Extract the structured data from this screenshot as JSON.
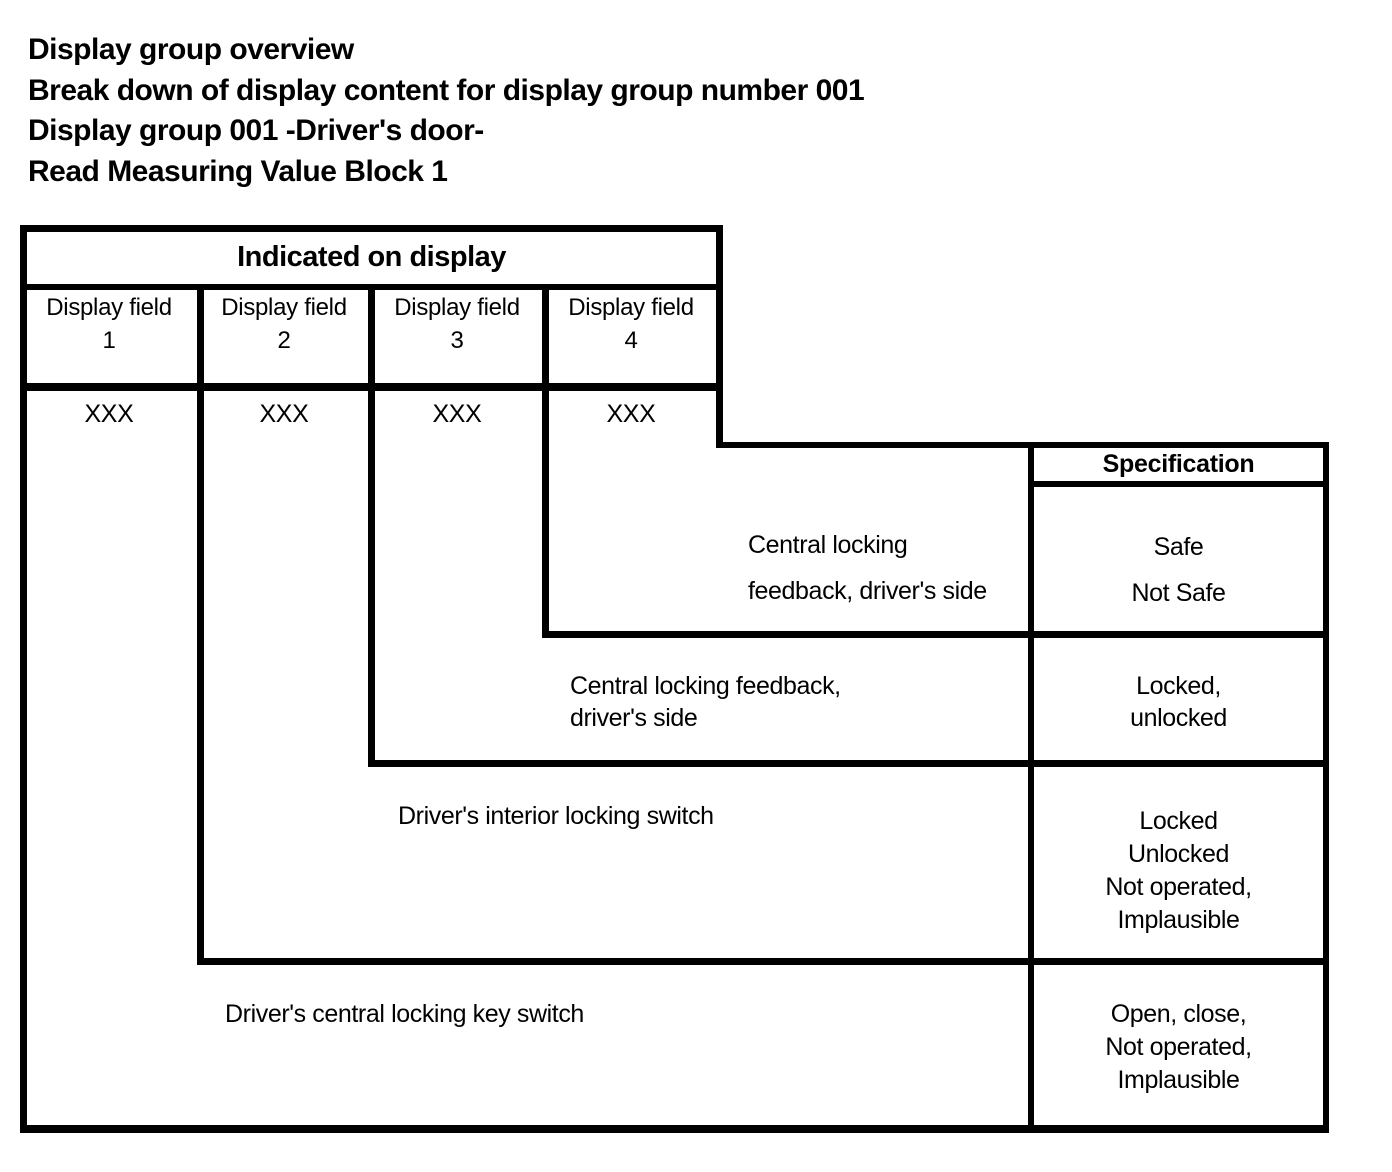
{
  "title": {
    "lines": [
      "Display group overview",
      "Break down of display content for display group number 001",
      "Display group 001 -Driver's door-",
      "Read Measuring Value Block 1"
    ]
  },
  "table": {
    "header": "Indicated on display",
    "spec_header": "Specification",
    "columns": [
      {
        "label": "Display field",
        "number": "1",
        "value": "XXX"
      },
      {
        "label": "Display field",
        "number": "2",
        "value": "XXX"
      },
      {
        "label": "Display field",
        "number": "3",
        "value": "XXX"
      },
      {
        "label": "Display field",
        "number": "4",
        "value": "XXX"
      }
    ]
  },
  "rows": [
    {
      "description_lines": [
        "Central locking",
        "feedback, driver's side"
      ],
      "spec_lines": [
        "Safe",
        "Not Safe"
      ]
    },
    {
      "description_lines": [
        "Central locking feedback,",
        "driver's side"
      ],
      "spec_lines": [
        "Locked,",
        "unlocked"
      ]
    },
    {
      "description_lines": [
        "Driver's interior locking switch"
      ],
      "spec_lines": [
        "Locked",
        "Unlocked",
        "Not operated,",
        "Implausible"
      ]
    },
    {
      "description_lines": [
        "Driver's central locking key switch"
      ],
      "spec_lines": [
        "Open, close,",
        "Not operated,",
        "Implausible"
      ]
    }
  ],
  "colors": {
    "ink": "#000000",
    "paper": "#ffffff"
  }
}
